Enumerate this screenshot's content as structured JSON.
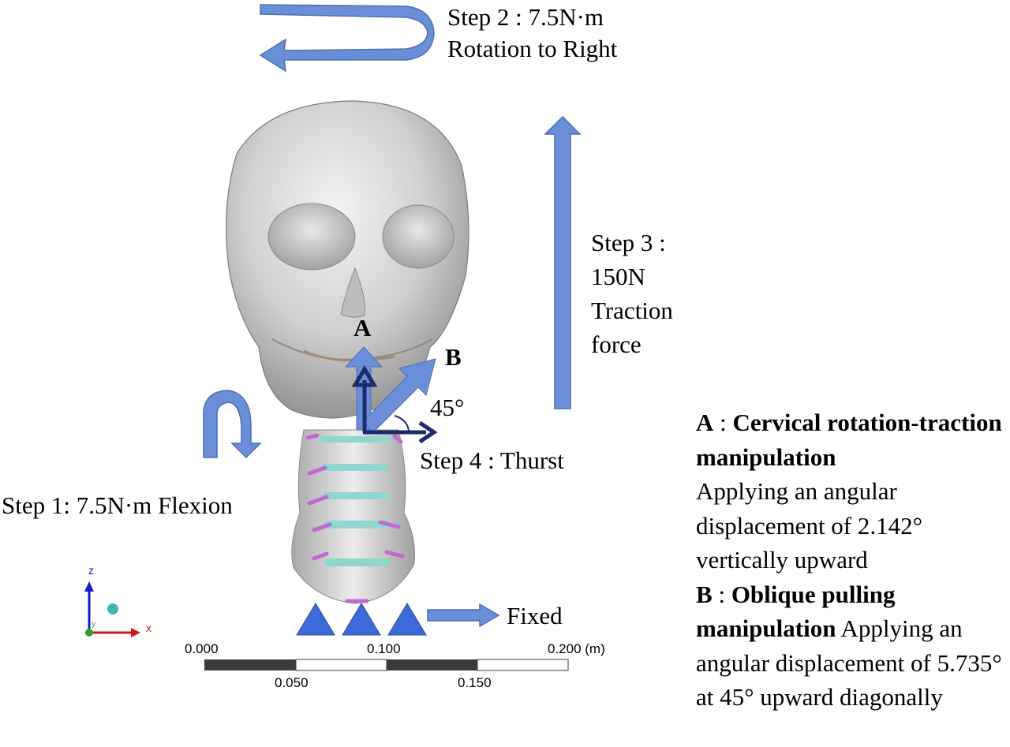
{
  "steps": {
    "step2_line1": "Step 2 : 7.5N·m",
    "step2_line2": "Rotation to Right",
    "step3_line1": "Step 3 :",
    "step3_line2": "150N",
    "step3_line3": "Traction",
    "step3_line4": "force",
    "step1": "Step 1: 7.5N·m  Flexion",
    "step4": "Step 4 : Thurst",
    "fixed": "Fixed"
  },
  "markers": {
    "a": "A",
    "b": "B",
    "angle": "45°"
  },
  "description": {
    "a_letter": "A",
    "a_title": "Cervical rotation-traction manipulation",
    "a_text": "Applying an angular displacement of  2.142° vertically upward",
    "b_letter": "B",
    "b_title": "Oblique pulling manipulation",
    "b_text": "Applying an angular displacement of 5.735° at 45° upward diagonally"
  },
  "scale_bar": {
    "top_labels": [
      "0.000",
      "0.100",
      "0.200 (m)"
    ],
    "bottom_labels": [
      "0.050",
      "0.150"
    ]
  },
  "axes": {
    "z": "z",
    "x": "x",
    "y": "y"
  },
  "colors": {
    "arrow_light": "#6a8fd8",
    "arrow_dark": "#1a2a6c",
    "bone": "#d9d9d9",
    "disc": "#8fd6d0",
    "ligament": "#c06ad0",
    "z_axis": "#1a1acc",
    "x_axis": "#cc1a1a"
  }
}
